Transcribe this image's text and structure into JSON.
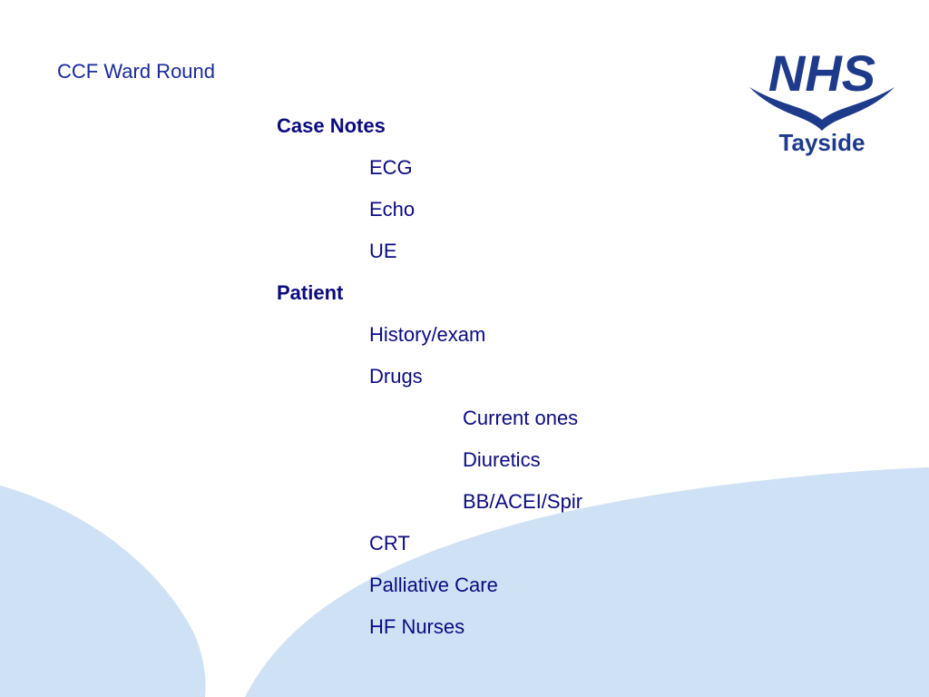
{
  "slide": {
    "title": "CCF Ward Round",
    "outline": [
      {
        "text": "Case Notes",
        "level": 0,
        "bold": true
      },
      {
        "text": "ECG",
        "level": 1,
        "bold": false
      },
      {
        "text": "Echo",
        "level": 1,
        "bold": false
      },
      {
        "text": "UE",
        "level": 1,
        "bold": false
      },
      {
        "text": "Patient",
        "level": 0,
        "bold": true
      },
      {
        "text": "History/exam",
        "level": 1,
        "bold": false
      },
      {
        "text": "Drugs",
        "level": 1,
        "bold": false
      },
      {
        "text": "Current ones",
        "level": 2,
        "bold": false
      },
      {
        "text": "Diuretics",
        "level": 2,
        "bold": false
      },
      {
        "text": "BB/ACEI/Spir",
        "level": 2,
        "bold": false
      },
      {
        "text": "CRT",
        "level": 1,
        "bold": false
      },
      {
        "text": "Palliative Care",
        "level": 1,
        "bold": false
      },
      {
        "text": "HF Nurses",
        "level": 1,
        "bold": false
      }
    ]
  },
  "logo": {
    "wordmark": "NHS",
    "region": "Tayside",
    "color": "#1e3a8a"
  },
  "colors": {
    "text": "#0b0b80",
    "title": "#1a2a9c",
    "wave": "#cfe2f5"
  }
}
